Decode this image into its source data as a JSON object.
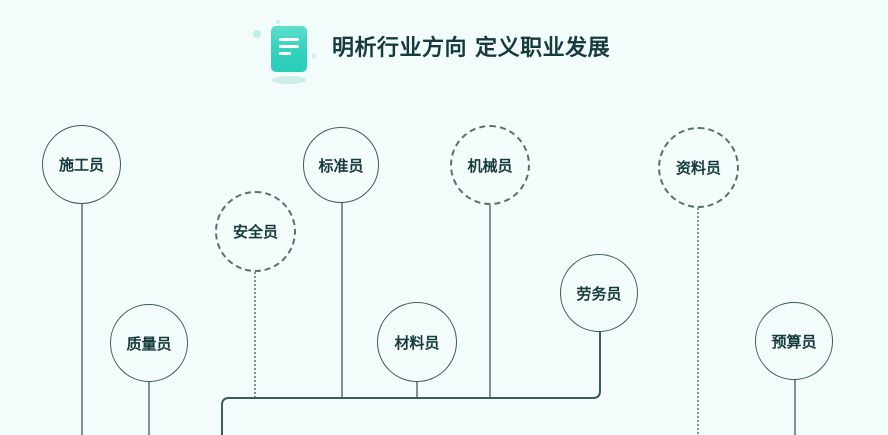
{
  "header": {
    "title": "明析行业方向 定义职业发展",
    "icon": "document-icon",
    "accent_color": "#2dd4bf"
  },
  "roles": [
    {
      "id": "construction",
      "label": "施工员",
      "style": "solid"
    },
    {
      "id": "quality",
      "label": "质量员",
      "style": "solid"
    },
    {
      "id": "safety",
      "label": "安全员",
      "style": "dashed"
    },
    {
      "id": "standards",
      "label": "标准员",
      "style": "solid"
    },
    {
      "id": "materials",
      "label": "材料员",
      "style": "solid"
    },
    {
      "id": "machinery",
      "label": "机械员",
      "style": "dashed"
    },
    {
      "id": "labor",
      "label": "劳务员",
      "style": "solid"
    },
    {
      "id": "documents",
      "label": "资料员",
      "style": "dashed"
    },
    {
      "id": "budget",
      "label": "预算员",
      "style": "solid"
    }
  ],
  "colors": {
    "background": "#f1fcfb",
    "line": "#3d5a5c",
    "text": "#173b3d"
  }
}
